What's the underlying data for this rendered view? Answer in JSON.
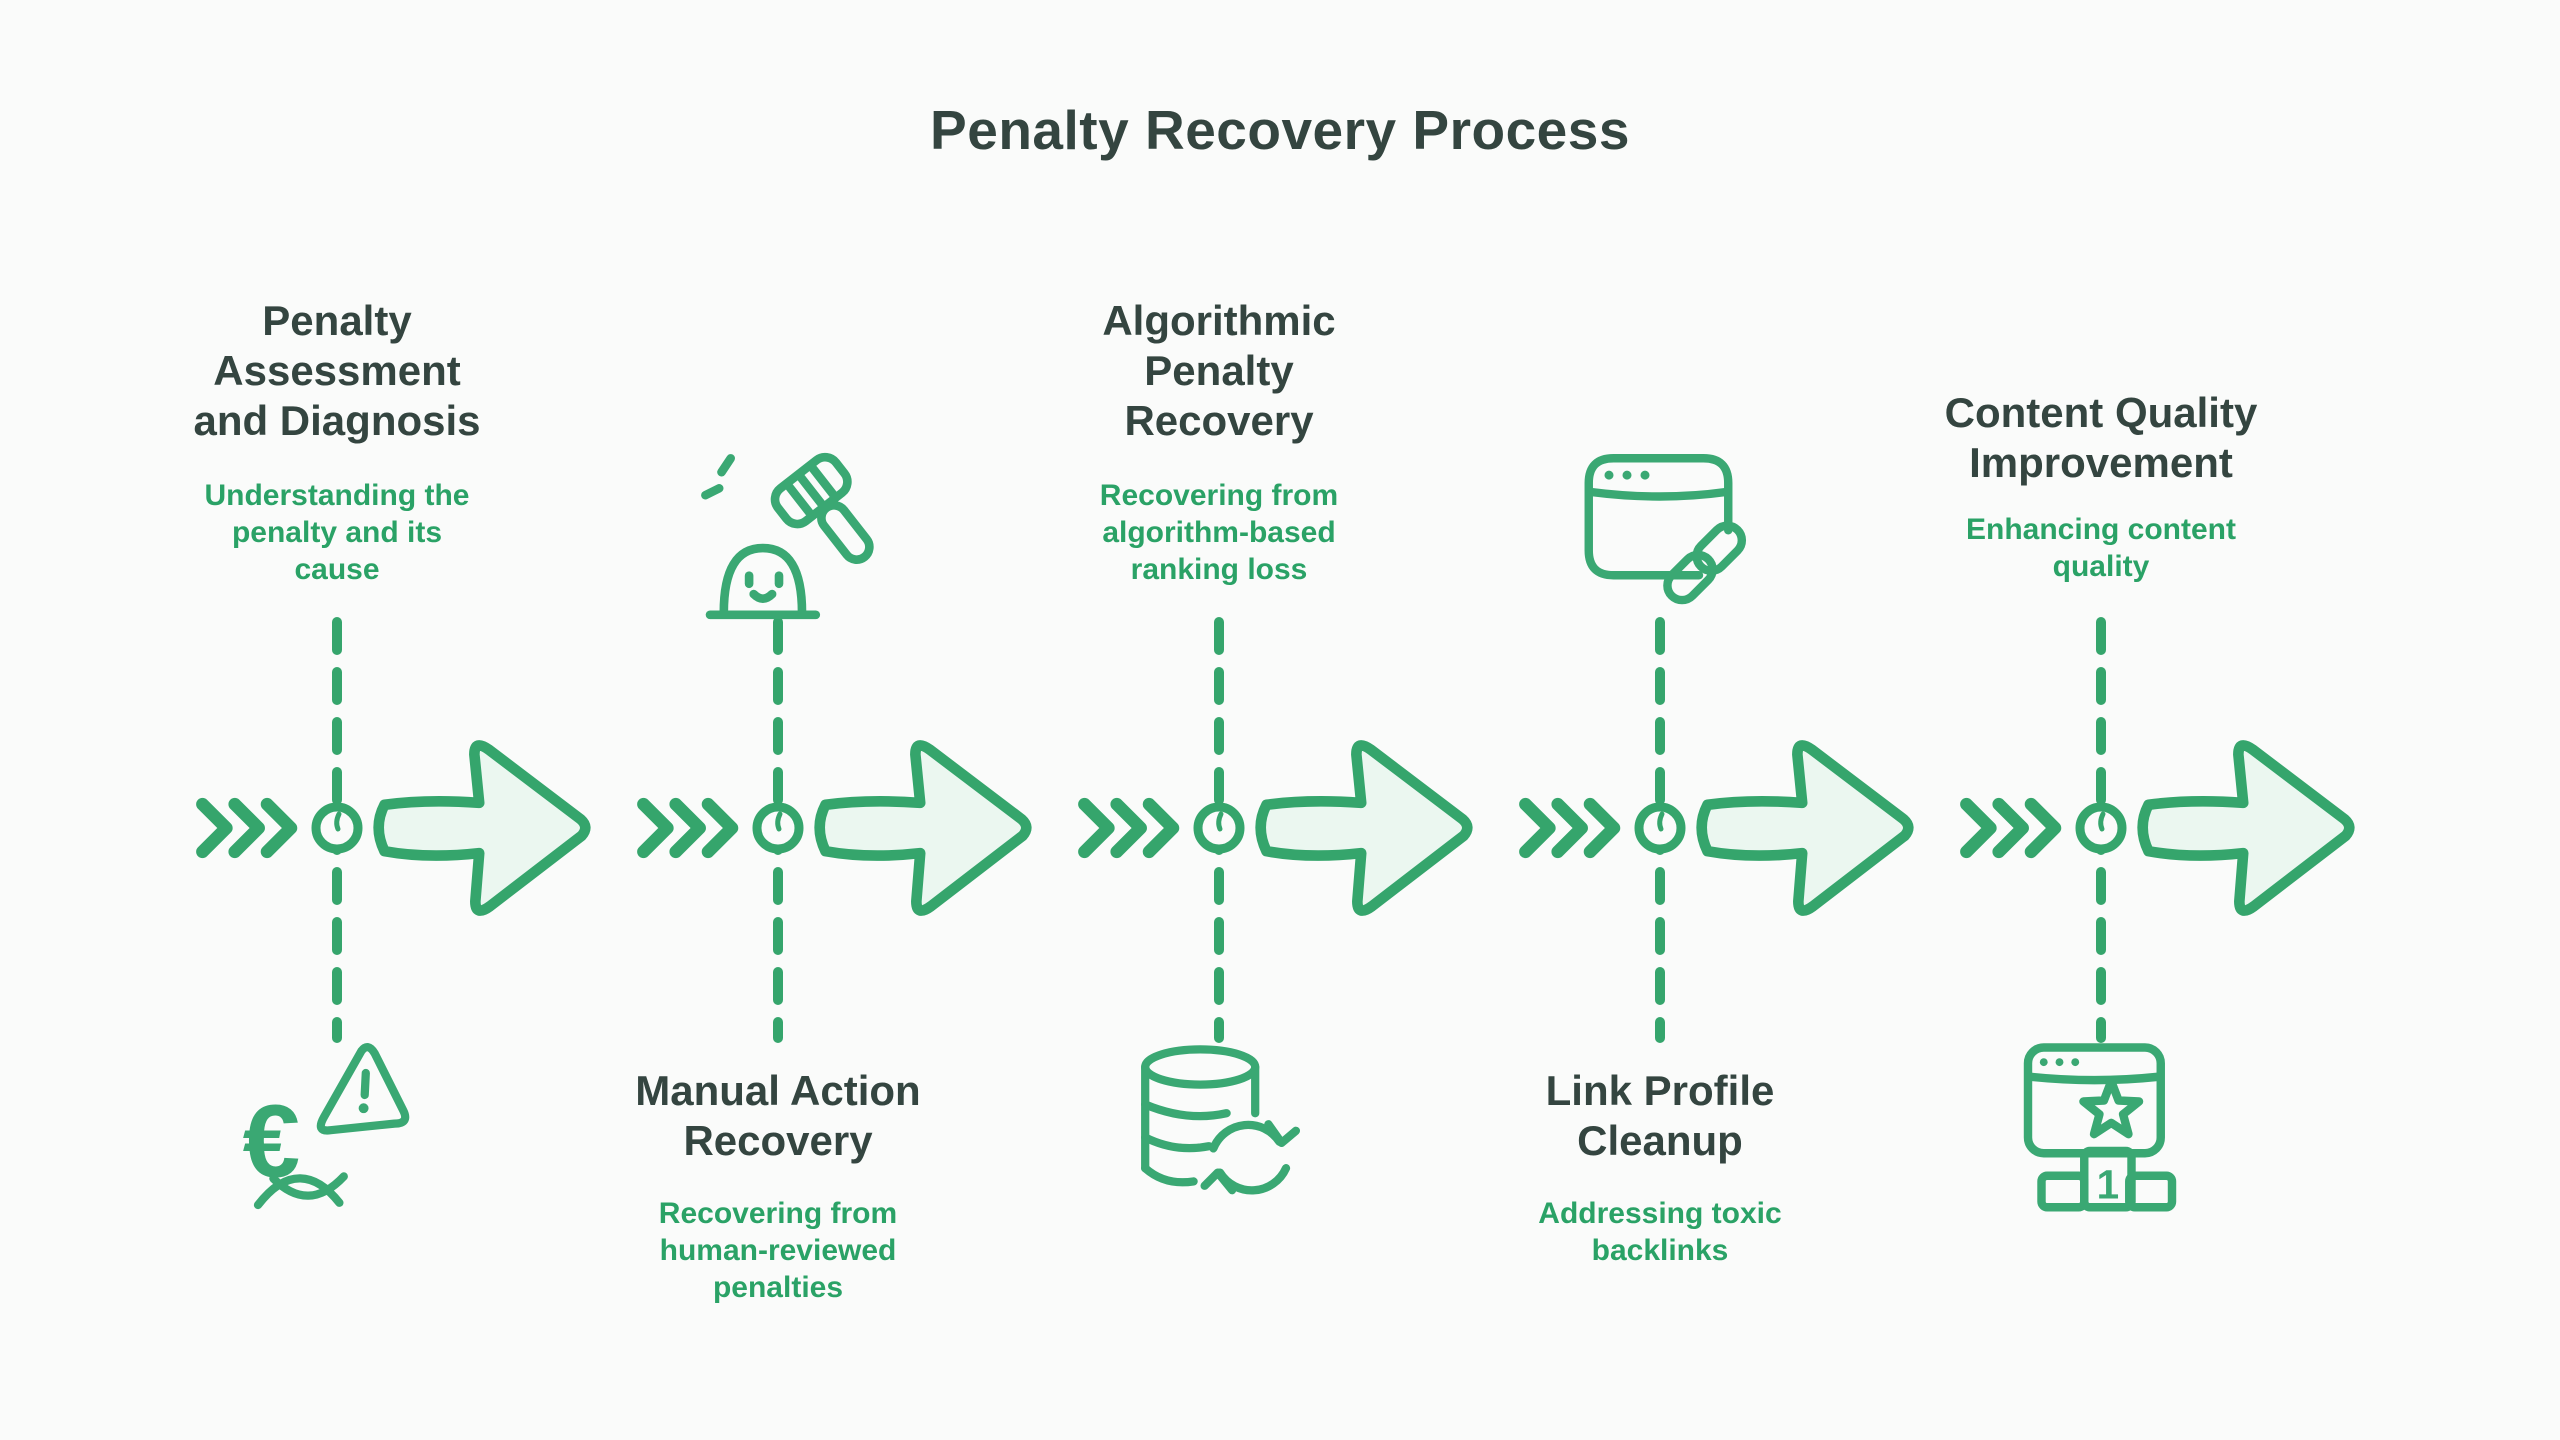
{
  "title": "Penalty Recovery Process",
  "colors": {
    "timeline_green": "#35A56C",
    "icon_green": "#3AA873",
    "subtitle_green": "#2AA266",
    "heading_dark": "#344540",
    "arrow_fill": "#EBF7F0",
    "background": "#FAFBFA"
  },
  "steps": [
    {
      "title": "Penalty Assessment and Diagnosis",
      "subtitle": "Understanding the penalty and its cause",
      "icon": "euro-warning-icon",
      "text_position": "above"
    },
    {
      "title": "Manual Action Recovery",
      "subtitle": "Recovering from human-reviewed penalties",
      "icon": "gavel-mole-icon",
      "text_position": "below"
    },
    {
      "title": "Algorithmic Penalty Recovery",
      "subtitle": "Recovering from algorithm-based ranking loss",
      "icon": "database-refresh-icon",
      "text_position": "above"
    },
    {
      "title": "Link Profile Cleanup",
      "subtitle": "Addressing toxic backlinks",
      "icon": "browser-link-icon",
      "text_position": "below"
    },
    {
      "title": "Content Quality Improvement",
      "subtitle": "Enhancing content quality",
      "icon": "browser-star-podium-icon",
      "icon_badge": "1",
      "text_position": "above"
    }
  ]
}
